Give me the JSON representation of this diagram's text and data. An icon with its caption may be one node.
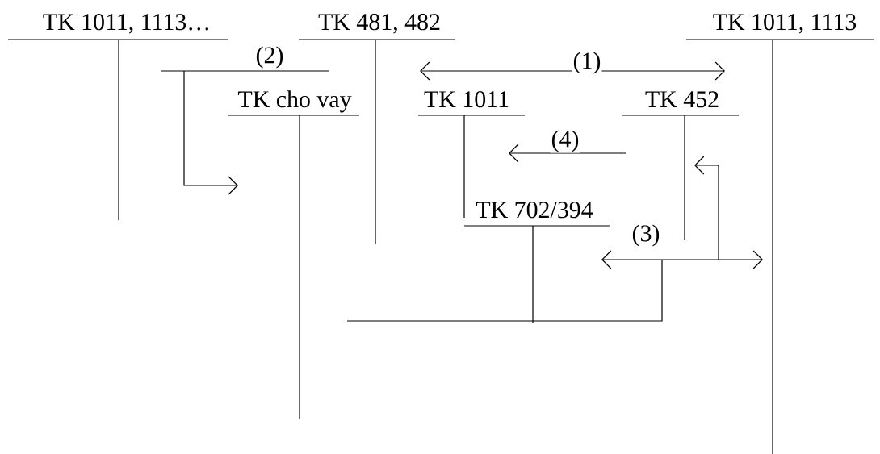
{
  "diagram": {
    "nodes": [
      {
        "text": [
          "TK 1011, 1113…"
        ]
      },
      {
        "text": [
          "TK 481, 482"
        ]
      },
      {
        "text": [
          "TK 1011, 1113"
        ]
      },
      {
        "text": [
          "TK cho vay"
        ]
      },
      {
        "text": [
          "TK 1011"
        ]
      },
      {
        "text": [
          "TK 452"
        ]
      },
      {
        "text": [
          "TK 702/394"
        ]
      }
    ],
    "edges": [
      {
        "from": 1,
        "to": 2,
        "arrow": "both",
        "label": "(1)"
      },
      {
        "from": 0,
        "to": 3,
        "arrow": "to"
      },
      {
        "from": 6,
        "to": 2,
        "arrow": "both",
        "label": "(3)"
      },
      {
        "from": 2,
        "to": 5,
        "arrow": "to"
      },
      {
        "from": 3,
        "to": null,
        "arrow": "none"
      },
      {
        "from": 5,
        "to": 4,
        "arrow": "to",
        "label": "(4)"
      },
      {
        "from": 0,
        "to": 1,
        "arrow": "none",
        "label": "(2)"
      }
    ]
  }
}
